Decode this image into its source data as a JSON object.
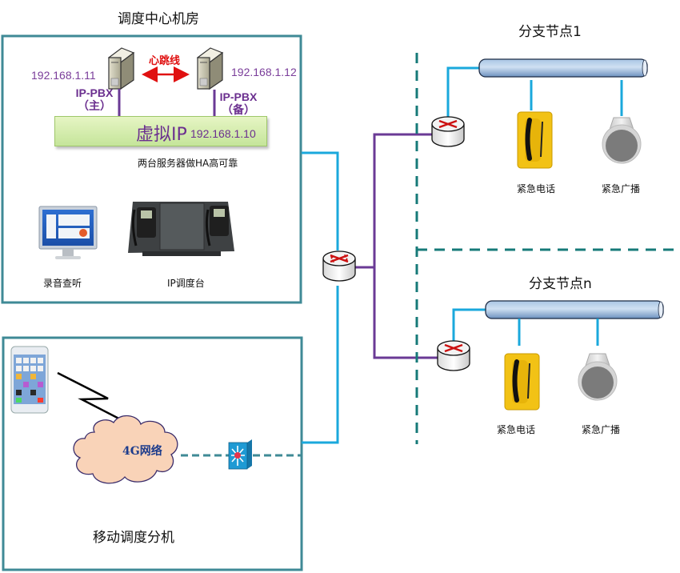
{
  "diagram": {
    "dispatch_center": {
      "title": "调度中心机房",
      "server_primary": {
        "ip": "192.168.1.11",
        "role": "IP-PBX",
        "tag": "（主）"
      },
      "server_backup": {
        "ip": "192.168.1.12",
        "role": "IP-PBX",
        "tag": "（备）"
      },
      "heartbeat_label": "心跳线",
      "virtual_ip_label": "虚拟IP",
      "virtual_ip": "192.168.1.10",
      "ha_note": "两台服务器做HA高可靠",
      "recording_label": "录音查听",
      "console_label": "IP调度台"
    },
    "mobile": {
      "title": "移动调度分机",
      "network_label": "4G网络"
    },
    "branch_1": {
      "title": "分支节点1",
      "phone_label": "紧急电话",
      "broadcast_label": "紧急广播"
    },
    "branch_n": {
      "title": "分支节点n",
      "phone_label": "紧急电话",
      "broadcast_label": "紧急广播"
    },
    "colors": {
      "box_border": "#3f8a96",
      "cyan_link": "#1aa8dc",
      "purple_link": "#6a3a95",
      "teal_dash": "#167a78",
      "heartbeat": "#e01010"
    }
  }
}
